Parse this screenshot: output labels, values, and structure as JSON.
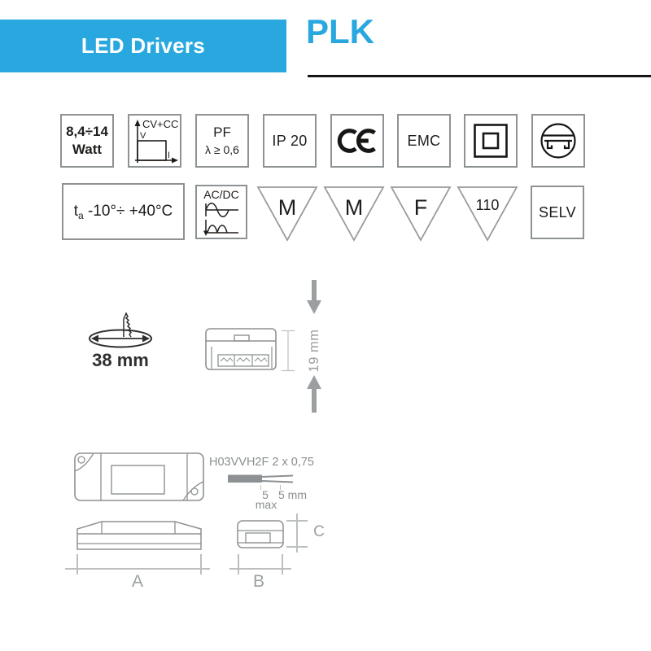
{
  "header": {
    "category_label": "LED Drivers",
    "product_title": "PLK"
  },
  "colors": {
    "accent_blue": "#29a8e0",
    "badge_border_gray": "#8e9294",
    "drawing_gray": "#8d9193",
    "dimension_gray": "#9ba0a2",
    "ink_dark": "#1d1d1b"
  },
  "badges": {
    "row1": {
      "watt": {
        "line1": "8,4÷14",
        "line2": "Watt"
      },
      "cvcc": {
        "label": "CV+CC",
        "axis_v": "V",
        "axis_i": "I",
        "icon": "cv-cc-output-curve-icon"
      },
      "pf": {
        "line1": "PF",
        "line2": "λ ≥ 0,6"
      },
      "ip": {
        "label": "IP 20"
      },
      "ce": {
        "icon": "ce-mark-icon"
      },
      "emc": {
        "label": "EMC"
      },
      "class2": {
        "icon": "class-ii-double-square-icon"
      },
      "independent": {
        "icon": "independent-control-gear-icon"
      }
    },
    "row2": {
      "ambient": {
        "prefix": "t",
        "subscript": "a",
        "range": " -10°÷ +40°C"
      },
      "acdc": {
        "label": "AC/DC",
        "icon": "ac-dc-waveform-icon"
      },
      "triangles": [
        "M",
        "M",
        "F",
        "110"
      ],
      "selv": {
        "label": "SELV"
      }
    }
  },
  "drawings": {
    "hole_diameter_label": "38 mm",
    "height_label": "19 mm",
    "cable_label": "H03VVH2F 2 x 0,75",
    "strip_jacket_value": "5",
    "strip_jacket_note": "max",
    "strip_wire_value": "5 mm",
    "dim_length_label": "A",
    "dim_width_label": "B",
    "dim_height_label": "C"
  }
}
